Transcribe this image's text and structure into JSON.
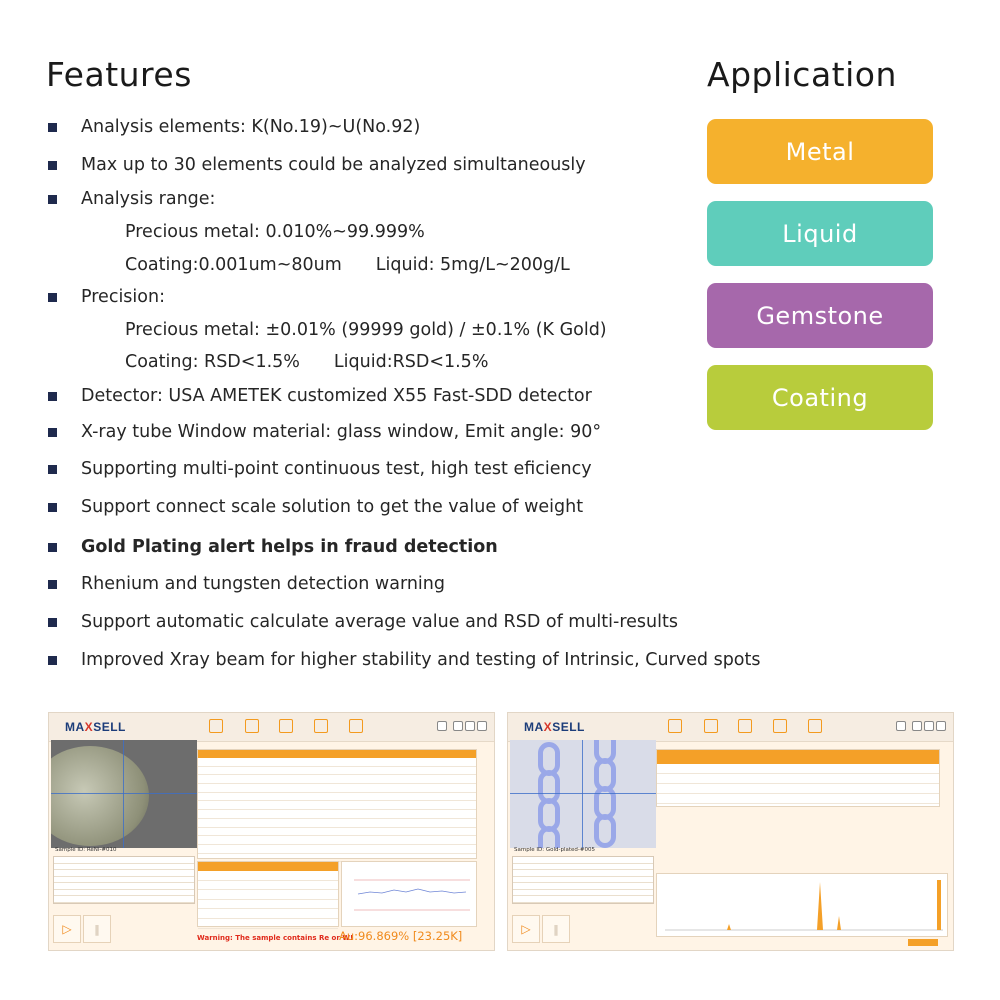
{
  "features": {
    "title": "Features",
    "items": [
      {
        "text": "Analysis elements: K(No.19)~U(No.92)"
      },
      {
        "text": "Max up to 30 elements could be analyzed simultaneously"
      },
      {
        "text": "Analysis range:",
        "sub": [
          [
            "Precious metal: 0.010%~99.999%"
          ],
          [
            "Coating:0.001um~80um",
            "Liquid: 5mg/L~200g/L"
          ]
        ]
      },
      {
        "text": "Precision:",
        "sub": [
          [
            "Precious metal: ±0.01% (99999 gold) / ±0.1% (K Gold)"
          ],
          [
            "Coating: RSD<1.5%",
            "Liquid:RSD<1.5%"
          ]
        ]
      },
      {
        "text": "Detector: USA AMETEK customized X55 Fast-SDD detector"
      },
      {
        "text": "X-ray tube Window material: glass window, Emit angle: 90°"
      },
      {
        "text": "Supporting multi-point continuous test, high test eficiency"
      },
      {
        "text": "Support connect scale solution to get the value of weight"
      },
      {
        "text": "Gold Plating alert helps in fraud detection",
        "bold": true
      },
      {
        "text": "Rhenium and tungsten detection warning"
      },
      {
        "text": "Support automatic calculate average value and RSD of multi-results"
      },
      {
        "text": "Improved Xray beam for higher stability and testing of Intrinsic, Curved spots"
      }
    ]
  },
  "application": {
    "title": "Application",
    "buttons": [
      {
        "label": "Metal",
        "color": "#f5b12d"
      },
      {
        "label": "Liquid",
        "color": "#5fcdbb"
      },
      {
        "label": "Gemstone",
        "color": "#a668ab"
      },
      {
        "label": "Coating",
        "color": "#b8cc3c"
      }
    ]
  },
  "screenshots": [
    {
      "logo_pre": "MA",
      "logo_x": "X",
      "logo_post": "SELL",
      "sample_id": "Sample ID: ReNi-#010",
      "warning": "Warning: The sample contains Re or W!",
      "result": "Au:96.869%  [23.25K]"
    },
    {
      "logo_pre": "MA",
      "logo_x": "X",
      "logo_post": "SELL",
      "sample_id": "Sample ID: Gold-plated-#005"
    }
  ]
}
